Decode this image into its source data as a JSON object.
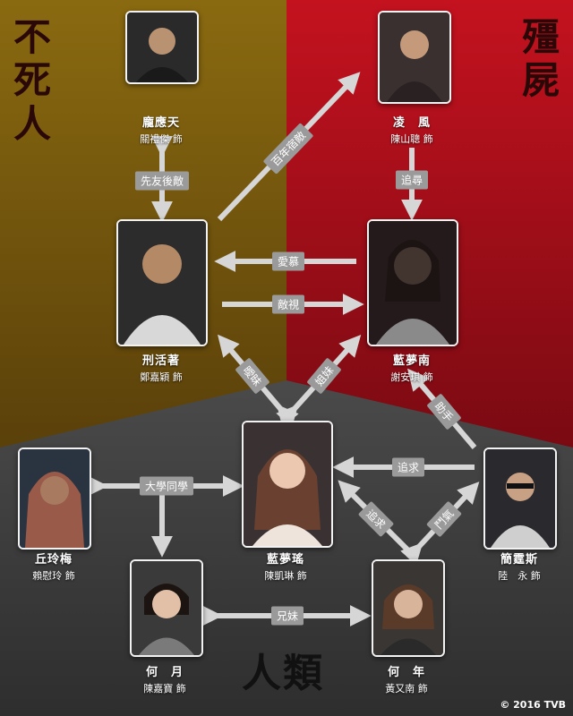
{
  "regions": {
    "immortal": "不死人",
    "zombie": "殭屍",
    "human": "人類"
  },
  "characters": [
    {
      "id": "long",
      "name": "龐應天",
      "actor": "關禮傑 飾"
    },
    {
      "id": "ling",
      "name": "凌　風",
      "actor": "陳山聰 飾"
    },
    {
      "id": "xing",
      "name": "刑活著",
      "actor": "鄭嘉穎 飾"
    },
    {
      "id": "lanmengnan",
      "name": "藍夢南",
      "actor": "謝安琪 飾"
    },
    {
      "id": "lanmengyao",
      "name": "藍夢瑤",
      "actor": "陳凱琳 飾"
    },
    {
      "id": "qiu",
      "name": "丘玲梅",
      "actor": "賴慰玲 飾"
    },
    {
      "id": "jian",
      "name": "簡霆斯",
      "actor": "陸　永 飾"
    },
    {
      "id": "heyue",
      "name": "何　月",
      "actor": "陳嘉寶 飾"
    },
    {
      "id": "henian",
      "name": "何　年",
      "actor": "黃又南 飾"
    }
  ],
  "relations": [
    {
      "id": "r1",
      "label": "先友後敵"
    },
    {
      "id": "r2",
      "label": "百年宿敵"
    },
    {
      "id": "r3",
      "label": "追尋"
    },
    {
      "id": "r4",
      "label": "愛慕"
    },
    {
      "id": "r5",
      "label": "敵視"
    },
    {
      "id": "r6",
      "label": "曖昧"
    },
    {
      "id": "r7",
      "label": "姐妹"
    },
    {
      "id": "r8",
      "label": "助手"
    },
    {
      "id": "r9",
      "label": "追求"
    },
    {
      "id": "r10",
      "label": "大學同學"
    },
    {
      "id": "r11",
      "label": "追求"
    },
    {
      "id": "r12",
      "label": "鬥氣"
    },
    {
      "id": "r13",
      "label": "兄妹"
    }
  ],
  "copyright": "© 2016 TVB",
  "colors": {
    "immortal_bg": "#7a5a0c",
    "zombie_bg": "#b0101e",
    "human_bg": "#4a4a4a",
    "arrow": "#d6d6d6",
    "label_bg": "#9a9a9a"
  }
}
